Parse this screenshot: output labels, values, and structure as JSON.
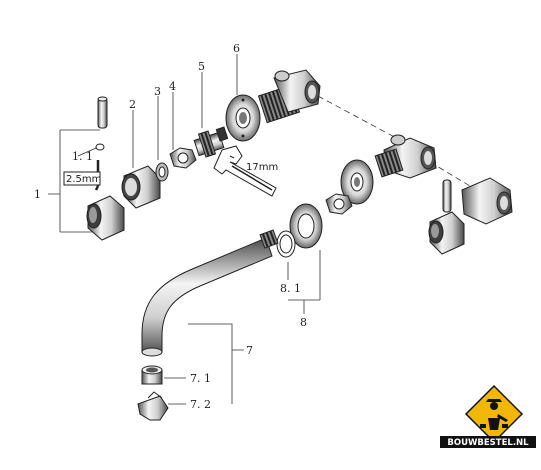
{
  "labels": {
    "p1": "1",
    "p1_1": "1. 1",
    "hex_size": "2.5mm",
    "p2": "2",
    "p3": "3",
    "p4": "4",
    "p5": "5",
    "p6": "6",
    "wrench_size": "17mm",
    "p7": "7",
    "p7_1": "7. 1",
    "p7_2": "7. 2",
    "p8": "8",
    "p8_1": "8. 1"
  },
  "logo": {
    "text": "BOUWBESTEL.NL",
    "colors": {
      "badge": "#f2b705",
      "bar": "#111111",
      "icon": "#111111"
    }
  },
  "colors": {
    "line": "#222222",
    "shade": "#9a9a9a",
    "highlight": "#e8e8e8"
  }
}
